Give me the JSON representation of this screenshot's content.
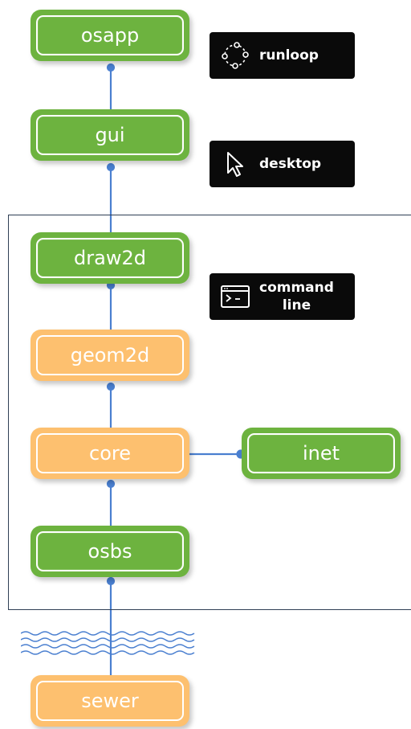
{
  "modules": {
    "osapp": "osapp",
    "gui": "gui",
    "draw2d": "draw2d",
    "geom2d": "geom2d",
    "core": "core",
    "inet": "inet",
    "osbs": "osbs",
    "sewer": "sewer"
  },
  "badges": {
    "runloop": {
      "label": "runloop",
      "icon": "runloop-icon"
    },
    "desktop": {
      "label": "desktop",
      "icon": "cursor-icon"
    },
    "command_line": {
      "label_line1": "command",
      "label_line2": "line",
      "icon": "terminal-icon"
    }
  },
  "colors": {
    "green": "#6db33f",
    "orange": "#fdc06f",
    "connector": "#4a7fd0",
    "frame": "#2f3f55",
    "badge": "#0a0a0a"
  }
}
